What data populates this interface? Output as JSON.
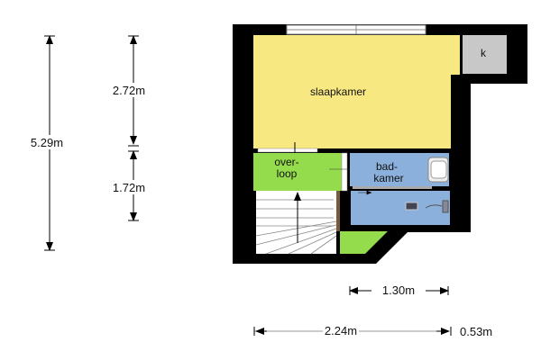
{
  "floorplan": {
    "rooms": {
      "slaapkamer": "slaapkamer",
      "k": "k",
      "overloop_line1": "over-",
      "overloop_line2": "loop",
      "badkamer_line1": "bad-",
      "badkamer_line2": "kamer"
    },
    "dimensions": {
      "total_height": "5.29m",
      "slaapkamer_height": "2.72m",
      "overloop_height": "1.72m",
      "badkamer_width": "1.30m",
      "total_width": "2.24m",
      "extra_width": "0.53m"
    },
    "colors": {
      "wall": "#000000",
      "slaapkamer": "#f8e882",
      "overloop": "#94dc4c",
      "badkamer": "#8cb0dc",
      "k": "#c8c8c8",
      "stairs": "#ffffff"
    }
  }
}
